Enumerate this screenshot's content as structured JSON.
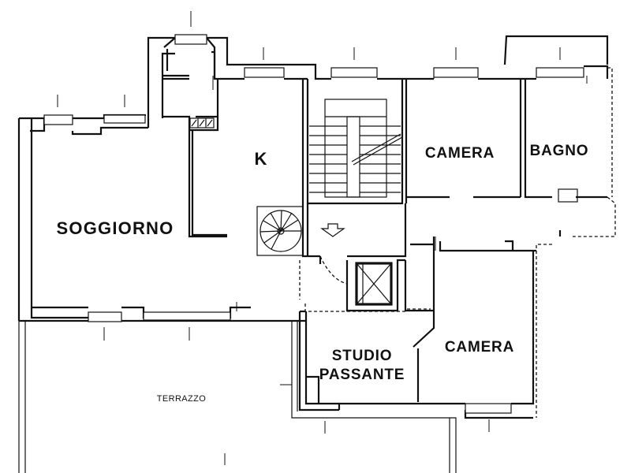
{
  "rooms": {
    "soggiorno": "SOGGIORNO",
    "kitchen": "K",
    "camera_top": "CAMERA",
    "bagno": "BAGNO",
    "camera_bottom": "CAMERA",
    "studio_line1": "STUDIO",
    "studio_line2": "PASSANTE",
    "terrazzo": "TERRAZZO"
  },
  "icons": {
    "entrance": "entrance-arrow-icon",
    "stairs": "staircase-icon",
    "spiral": "spiral-stair-icon",
    "elevator": "elevator-icon",
    "stove": "stove-icon"
  }
}
